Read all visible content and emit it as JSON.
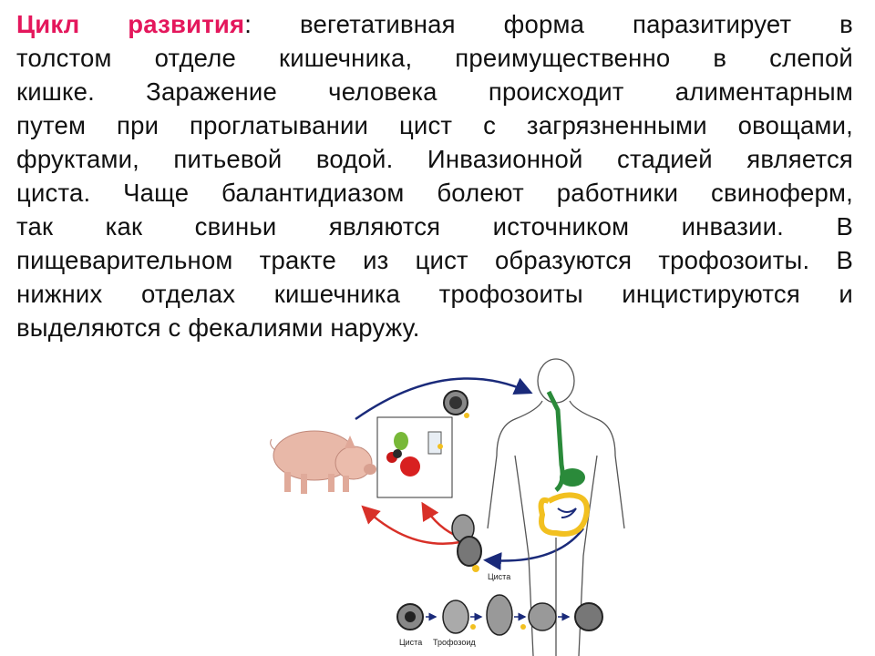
{
  "slide": {
    "term": "Цикл развития",
    "colon": ":",
    "lines": [
      " вегетативная форма паразитирует в",
      "толстом отделе кишечника, преимущественно в слепой",
      "кишке. Заражение человека происходит алиментарным",
      "путем при проглатывании цист с загрязненными овощами,",
      "фруктами, питьевой водой. Инвазионной стадией является",
      "циста. Чаще балантидиазом болеют работники свиноферм,",
      "так как свиньи являются источником инвазии. В",
      "пищеварительном тракте из цист образуются трофозоиты. В",
      "нижних отделах кишечника трофозоиты инцистируются и",
      "выделяются с фекалиями наружу."
    ]
  },
  "diagram": {
    "cyst_label": "Циста",
    "bottom_labels": [
      "Циста",
      "Трофозоид"
    ],
    "colors": {
      "arrow_blue": "#1a2a7a",
      "arrow_red": "#d83028",
      "pig": "#e8b8a8",
      "intestine": "#f2c020",
      "esophagus": "#2a8a3a",
      "apple": "#d82020",
      "pear": "#78b838"
    }
  }
}
